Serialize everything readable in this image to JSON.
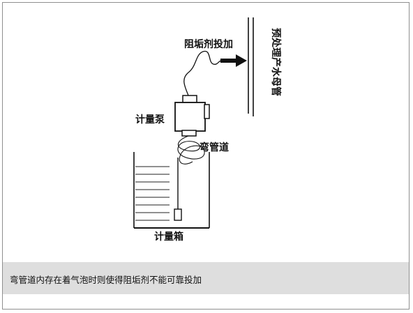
{
  "labels": {
    "inhibitor_dosing": "阻垢剂投加",
    "pretreatment_pipe": "预处理产水母管",
    "metering_pump": "计量泵",
    "bent_pipe": "弯管道",
    "metering_tank": "计量箱"
  },
  "caption": "弯管道内存在着气泡时则使得阻垢剂不能可靠投加"
}
